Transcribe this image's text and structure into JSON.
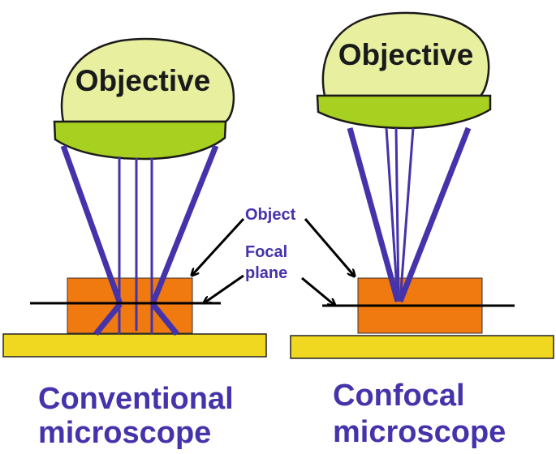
{
  "left_panel": {
    "objective_label": "Objective",
    "caption_line1": "Conventional",
    "caption_line2": "microscope"
  },
  "right_panel": {
    "objective_label": "Objective",
    "caption_line1": "Confocal",
    "caption_line2": "microscope"
  },
  "callouts": {
    "object_label": "Object",
    "focal_line1": "Focal",
    "focal_line2": "plane"
  },
  "colors": {
    "objective_top": "#e8f0a0",
    "objective_lens": "#a8d020",
    "beam": "#4433aa",
    "sample": "#f07a10",
    "slide": "#f0d820",
    "label_text": "#4433aa"
  }
}
